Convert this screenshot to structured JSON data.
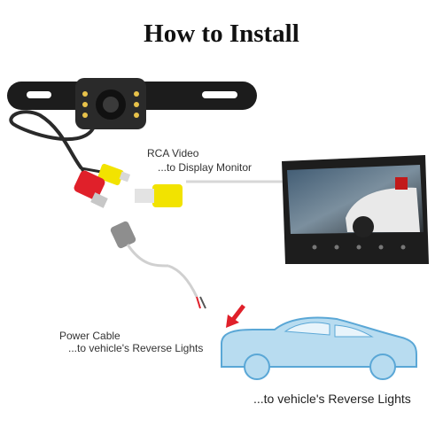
{
  "title": "How to Install",
  "labels": {
    "rca_video": "RCA Video",
    "rca_video_sub": "...to Display Monitor",
    "power_cable": "Power Cable",
    "power_cable_sub": "...to vehicle's Reverse Lights",
    "vehicle_sub": "...to vehicle's Reverse Lights"
  },
  "colors": {
    "yellow_connector": "#f2e300",
    "red_connector": "#e0202a",
    "car_fill": "#b8dcf0",
    "car_stroke": "#5aa7d6",
    "arrow": "#e0202a"
  },
  "icons": [
    "camera-icon",
    "monitor-icon",
    "car-icon",
    "arrow-icon"
  ]
}
